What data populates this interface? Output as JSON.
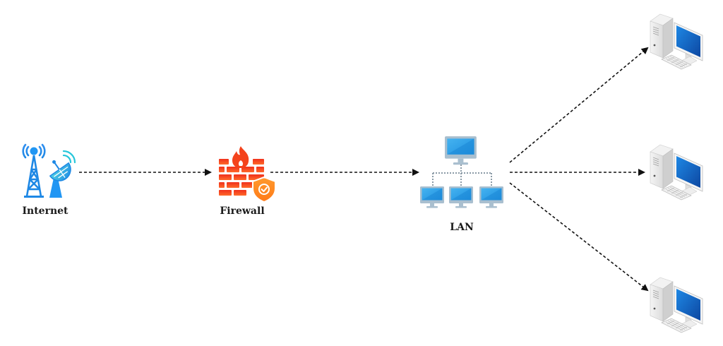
{
  "diagram": {
    "title": "",
    "nodes": [
      {
        "id": "internet",
        "label": "Internet",
        "icon": "tower-satellite-icon"
      },
      {
        "id": "firewall",
        "label": "Firewall",
        "icon": "firewall-icon"
      },
      {
        "id": "lan",
        "label": "LAN",
        "icon": "lan-network-icon"
      },
      {
        "id": "pc1",
        "label": "",
        "icon": "desktop-computer-icon"
      },
      {
        "id": "pc2",
        "label": "",
        "icon": "desktop-computer-icon"
      },
      {
        "id": "pc3",
        "label": "",
        "icon": "desktop-computer-icon"
      }
    ],
    "edges": [
      {
        "from": "internet",
        "to": "firewall",
        "style": "dashed",
        "arrow": "end"
      },
      {
        "from": "firewall",
        "to": "lan",
        "style": "dashed",
        "arrow": "end"
      },
      {
        "from": "lan",
        "to": "pc1",
        "style": "dashed",
        "arrow": "end"
      },
      {
        "from": "lan",
        "to": "pc2",
        "style": "dashed",
        "arrow": "end"
      },
      {
        "from": "lan",
        "to": "pc3",
        "style": "dashed",
        "arrow": "end"
      }
    ],
    "colors": {
      "internet_blue": "#2196f3",
      "firewall_red": "#f4431c",
      "firewall_orange": "#ff8a1e",
      "lan_screen": "#2ea3ea",
      "lan_frame": "#9fb7c7",
      "pc_case": "#e6e6e6",
      "pc_screen": "#1565c0",
      "edge": "#111111"
    }
  }
}
